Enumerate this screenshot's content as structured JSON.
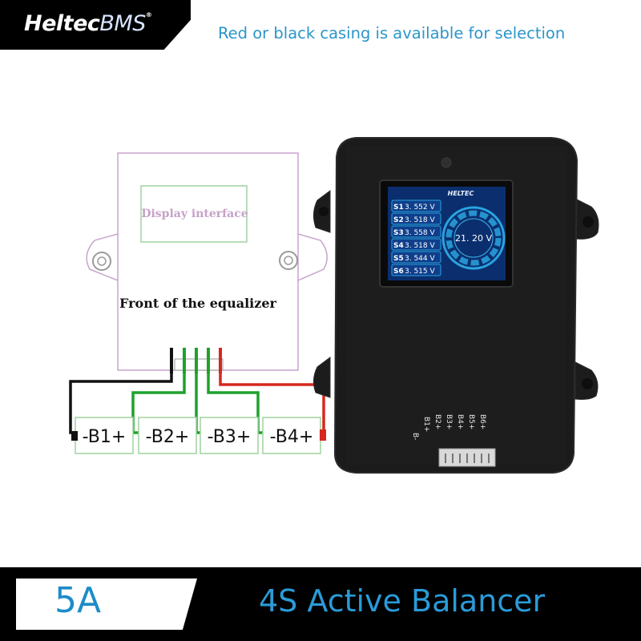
{
  "header": {
    "logo_main": "Heltec",
    "logo_suffix": "BMS",
    "logo_trademark": "®",
    "selection_note": "Red or black casing is available for selection"
  },
  "diagram": {
    "display_label": "Display interface",
    "front_label": "Front of the equalizer",
    "cells": [
      "-B1+",
      "-B2+",
      "-B3+",
      "-B4+"
    ],
    "colors": {
      "outline": "#c9a3cf",
      "box": "#9fd29f",
      "wire_black": "#111111",
      "wire_green": "#1da22b",
      "wire_red": "#d6281f"
    }
  },
  "device": {
    "lcd_logo": "HELTEC",
    "cells": [
      {
        "tag": "S1",
        "value": "3. 552  V"
      },
      {
        "tag": "S2",
        "value": "3. 518  V"
      },
      {
        "tag": "S3",
        "value": "3. 558  V"
      },
      {
        "tag": "S4",
        "value": "3. 518  V"
      },
      {
        "tag": "S5",
        "value": "3. 544  V"
      },
      {
        "tag": "S6",
        "value": "3. 515  V"
      }
    ],
    "total_voltage": "21. 20  V",
    "pins": [
      "B-",
      "B1+",
      "B2+",
      "B3+",
      "B4+",
      "B5+",
      "B6+"
    ],
    "colors": {
      "casing": "#1b1b1b",
      "lcd_bg": "#0b2f6e",
      "accent": "#2aa3e0"
    }
  },
  "footer": {
    "current": "5A",
    "product_name": "4S Active Balancer",
    "accent": "#2a9bd8"
  }
}
